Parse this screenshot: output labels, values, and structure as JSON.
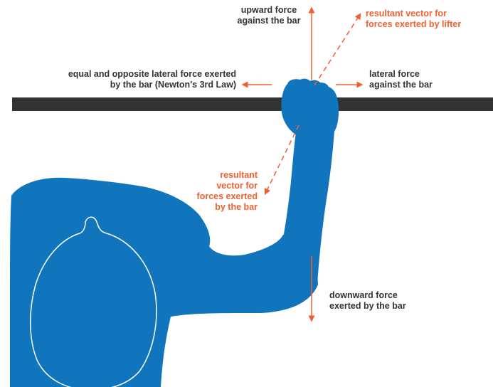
{
  "colors": {
    "body": "#1075bd",
    "bar": "#333333",
    "arrow": "#ef6030",
    "text": "#333333",
    "accent_text": "#ef6030"
  },
  "labels": {
    "upward_force": [
      "upward force",
      "against the bar"
    ],
    "resultant_lifter": [
      "resultant vector for",
      "forces exerted by lifter"
    ],
    "opposite_lateral": [
      "equal and opposite lateral force exerted",
      "by the bar (Newton's 3rd Law)"
    ],
    "lateral_force": [
      "lateral force",
      "against the bar"
    ],
    "resultant_bar": [
      "resultant",
      "vector for",
      "forces exerted",
      "by the bar"
    ],
    "downward_force": [
      "downward force",
      "exerted by the bar"
    ]
  }
}
